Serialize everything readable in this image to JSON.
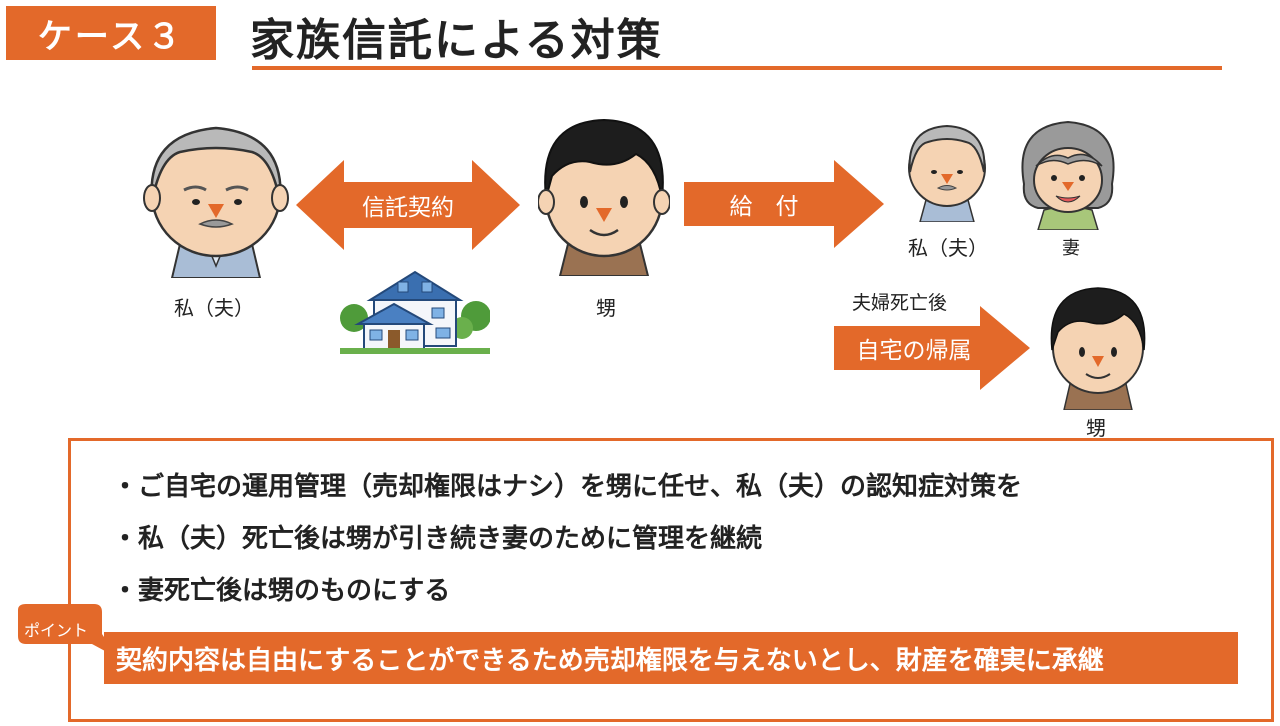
{
  "header": {
    "case_label": "ケース３",
    "title": "家族信託による対策"
  },
  "people": {
    "grandfather_label": "私（夫）",
    "nephew_label": "甥",
    "grandfather_small_label": "私（夫）",
    "wife_label": "妻",
    "nephew_small_label": "甥"
  },
  "arrows": {
    "trust_contract": "信託契約",
    "payment": "給　付",
    "after_death_note": "夫婦死亡後",
    "home_ownership": "自宅の帰属"
  },
  "bullets": [
    "・ご自宅の運用管理（売却権限はナシ）を甥に任せ、私（夫）の認知症対策を",
    "・私（夫）死亡後は甥が引き続き妻のために管理を継続",
    "・妻死亡後は甥のものにする"
  ],
  "point": {
    "label": "ポイント",
    "text": "契約内容は自由にすることができるため売却権限を与えないとし、財産を確実に承継"
  },
  "colors": {
    "accent": "#e3692a",
    "text": "#222222",
    "background": "#ffffff"
  }
}
